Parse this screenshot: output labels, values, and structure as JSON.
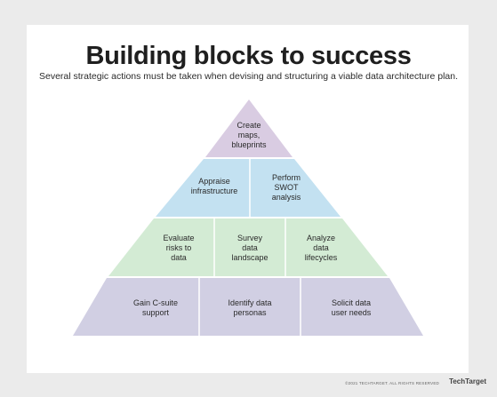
{
  "title": "Building blocks to success",
  "subtitle": "Several strategic actions must be taken when devising and structuring a viable data architecture plan.",
  "colors": {
    "tier1": "#d9cce2",
    "tier2": "#c3e1f1",
    "tier3": "#d3ebd4",
    "tier4": "#d1cfe3",
    "divider": "#ffffff"
  },
  "tiers": [
    {
      "cells": [
        "Create\nmaps,\nblueprints"
      ]
    },
    {
      "cells": [
        "Appraise\ninfrastructure",
        "Perform\nSWOT\nanalysis"
      ]
    },
    {
      "cells": [
        "Evaluate\nrisks to\ndata",
        "Survey\ndata\nlandscape",
        "Analyze\ndata\nlifecycles"
      ]
    },
    {
      "cells": [
        "Gain C-suite\nsupport",
        "Identify data\npersonas",
        "Solicit data\nuser needs"
      ]
    }
  ],
  "footer": "©2021 TECHTARGET. ALL RIGHTS RESERVED",
  "logo": "TechTarget"
}
